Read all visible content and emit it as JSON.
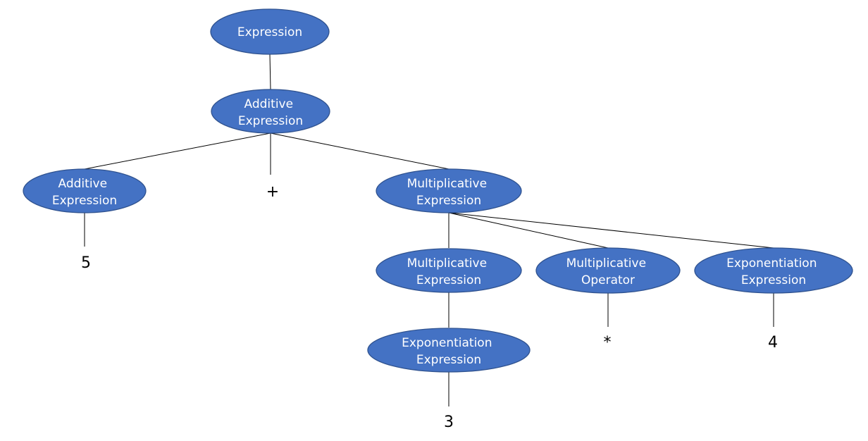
{
  "parse_tree": {
    "nodes": {
      "root": {
        "lines": [
          "Expression"
        ]
      },
      "add1": {
        "lines": [
          "Additive",
          "Expression"
        ]
      },
      "add2": {
        "lines": [
          "Additive",
          "Expression"
        ]
      },
      "mul1": {
        "lines": [
          "Multiplicative",
          "Expression"
        ]
      },
      "mul2": {
        "lines": [
          "Multiplicative",
          "Expression"
        ]
      },
      "mulop": {
        "lines": [
          "Multiplicative",
          "Operator"
        ]
      },
      "exp2": {
        "lines": [
          "Exponentiation",
          "Expression"
        ]
      },
      "exp1": {
        "lines": [
          "Exponentiation",
          "Expression"
        ]
      }
    },
    "leaves": {
      "five": "5",
      "plus": "+",
      "three": "3",
      "star": "*",
      "four": "4"
    }
  },
  "colors": {
    "node_fill": "#4472c4",
    "node_border": "#2f528f",
    "node_text": "#ffffff",
    "edge": "#000000",
    "leaf_text": "#000000"
  }
}
